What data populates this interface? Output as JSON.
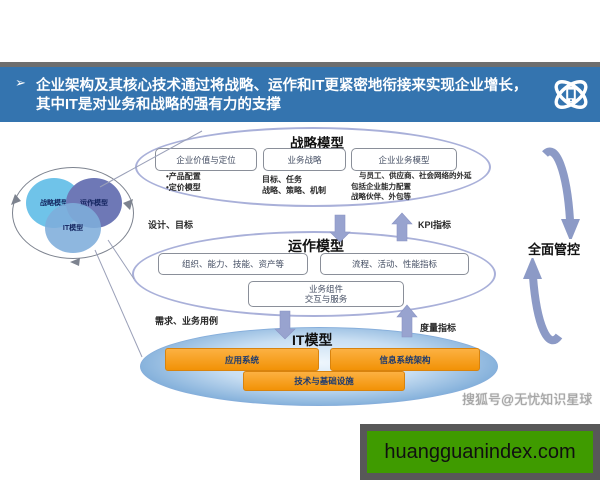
{
  "header": {
    "bullet": "➢",
    "title_line1": "企业架构及其核心技术通过将战略、运作和IT更紧密地衔接来实现企业增长，",
    "title_line2": "其中IT是对业务和战略的强有力的支撑",
    "bg_color": "#3474af",
    "logo_icon": "atom-device-icon"
  },
  "venn": {
    "circles": [
      {
        "label": "战略模型",
        "color": "#6fc3e9"
      },
      {
        "label": "运作模型",
        "color": "#6e78b6"
      },
      {
        "label": "IT模型",
        "color": "rgba(126,173,219,0.88)"
      }
    ]
  },
  "strategy_model": {
    "title": "战略模型",
    "boxes": [
      {
        "label": "企业价值与定位"
      },
      {
        "label": "业务战略"
      },
      {
        "label": "企业业务模型"
      }
    ],
    "notes": [
      [
        "•产品配置",
        "•定价模型"
      ],
      [
        "目标、任务",
        "战略、策略、机制"
      ],
      [
        "与员工、供应商、社会网络的外延",
        "包括企业能力配置",
        "战略伙伴、外包等"
      ]
    ]
  },
  "operation_model": {
    "title": "运作模型",
    "boxes": [
      {
        "label": "组织、能力、技能、资产等"
      },
      {
        "label": "流程、活动、性能指标"
      }
    ],
    "center_box_lines": [
      "业务组件",
      "交互与服务"
    ]
  },
  "it_model": {
    "title": "IT模型",
    "boxes": [
      {
        "label": "应用系统"
      },
      {
        "label": "信息系统架构"
      },
      {
        "label": "技术与基础设施"
      }
    ],
    "box_color": "#f59c1e"
  },
  "flow_labels": {
    "design_goal": "设计、目标",
    "kpi": "KPI指标",
    "requirements": "需求、业务用例",
    "metrics": "度量指标"
  },
  "control_loop": {
    "label": "全面管控",
    "arrow_color": "#8c9ac6"
  },
  "watermark": "搜狐号@无忧知识星球",
  "footer_banner": {
    "text": "huangguanindex.com",
    "bg_color": "#3f9b00",
    "frame_color": "#585858"
  }
}
